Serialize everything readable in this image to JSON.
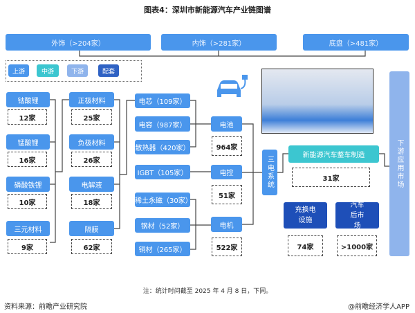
{
  "title": "图表4：深圳市新能源汽车产业链图谱",
  "top_bars": [
    "外饰（>204家）",
    "内饰（>281家）",
    "底盘（>481家）"
  ],
  "legend": [
    "上游",
    "中游",
    "下游",
    "配套"
  ],
  "col1": [
    {
      "label": "钴酸锂",
      "count": "12家"
    },
    {
      "label": "锰酸锂",
      "count": "16家"
    },
    {
      "label": "磷酸铁锂",
      "count": "10家"
    },
    {
      "label": "三元材料",
      "count": "9家"
    }
  ],
  "col2": [
    {
      "label": "正极材料",
      "count": "25家"
    },
    {
      "label": "负极材料",
      "count": "26家"
    },
    {
      "label": "电解液",
      "count": "18家"
    },
    {
      "label": "隔膜",
      "count": "62家"
    }
  ],
  "col3": [
    "电芯（109家）",
    "电容（987家）",
    "散热器（420家）",
    "IGBT（105家）",
    "稀土永磁（30家）",
    "钢材（52家）",
    "铜材（265家）"
  ],
  "col4": [
    {
      "label": "电池",
      "count": "964家"
    },
    {
      "label": "电控",
      "count": "51家"
    },
    {
      "label": "电机",
      "count": "522家"
    }
  ],
  "three_electric": "三电系统",
  "vehicle": {
    "label": "新能源汽车整车制造",
    "count": "31家"
  },
  "support": [
    {
      "label": "充换电设施",
      "count": "74家"
    },
    {
      "label": "汽车后市场",
      "count": ">1000家"
    }
  ],
  "downstream": "下游应用市场",
  "note": "注：统计时间截至 2025 年 4 月 8 日，下同。",
  "source": "资料来源：前瞻产业研究院",
  "brand": "@前瞻经济学人APP"
}
